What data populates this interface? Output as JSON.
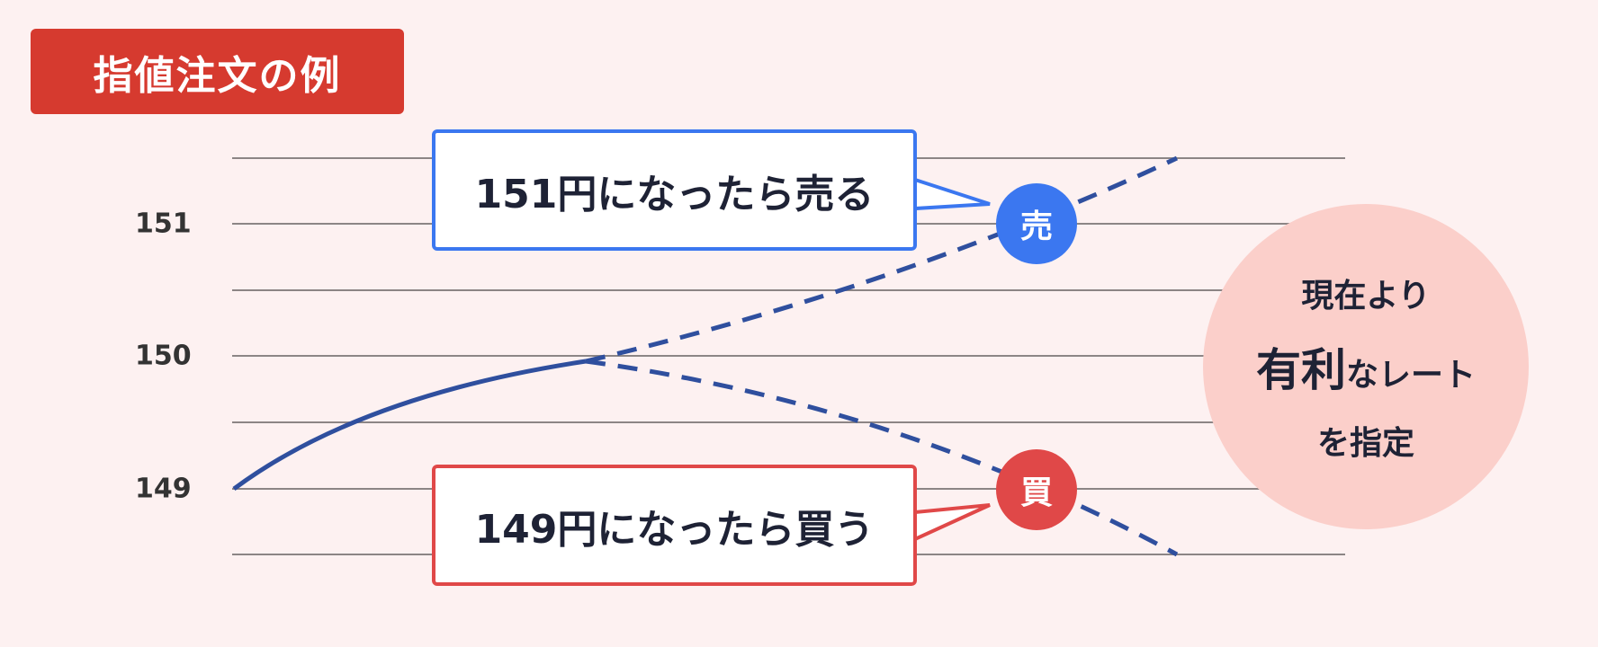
{
  "title": "指値注文の例",
  "axis": {
    "labels": [
      "151",
      "150",
      "149"
    ]
  },
  "sell": {
    "label": "151円になったら売る",
    "badge": "売",
    "color": "#3b77f0"
  },
  "buy": {
    "label": "149円になったら買う",
    "badge": "買",
    "color": "#e04848"
  },
  "line_color": "#2f4f9e",
  "note": {
    "line1": "現在より",
    "emph": "有利",
    "line2_rest": "なレート",
    "line3": "を指定"
  }
}
